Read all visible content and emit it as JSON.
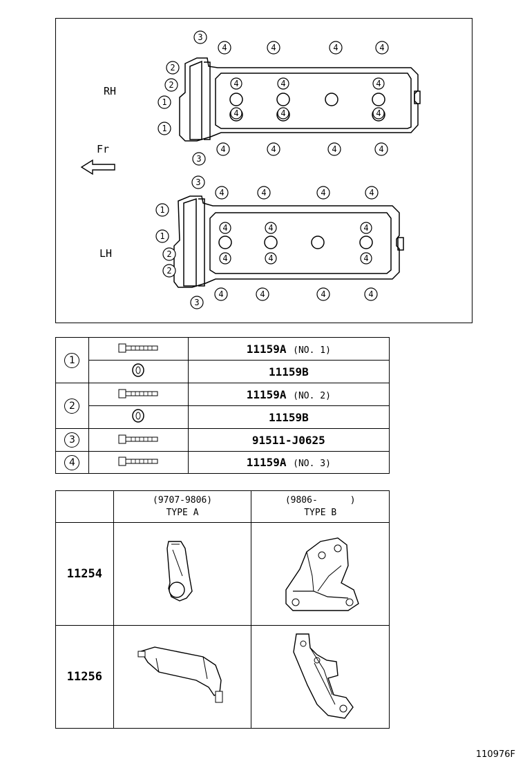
{
  "diagram": {
    "label_rh": "RH",
    "label_lh": "LH",
    "label_fr": "Fr",
    "callouts": {
      "c1": "1",
      "c2": "2",
      "c3": "3",
      "c4": "4"
    }
  },
  "parts_table": {
    "rows": [
      {
        "ref": "1",
        "part": "11159A",
        "note": "(NO. 1)"
      },
      {
        "ref": "1",
        "part": "11159B",
        "note": ""
      },
      {
        "ref": "2",
        "part": "11159A",
        "note": "(NO. 2)"
      },
      {
        "ref": "2",
        "part": "11159B",
        "note": ""
      },
      {
        "ref": "3",
        "part": "91511-J0625",
        "note": ""
      },
      {
        "ref": "4",
        "part": "11159A",
        "note": "(NO. 3)"
      }
    ]
  },
  "type_table": {
    "col_a_range": "(9707-9806)",
    "col_a_type": "TYPE A",
    "col_b_range": "(9806-      )",
    "col_b_type": "TYPE B",
    "row1_part": "11254",
    "row2_part": "11256"
  },
  "figure_code": "110976F"
}
